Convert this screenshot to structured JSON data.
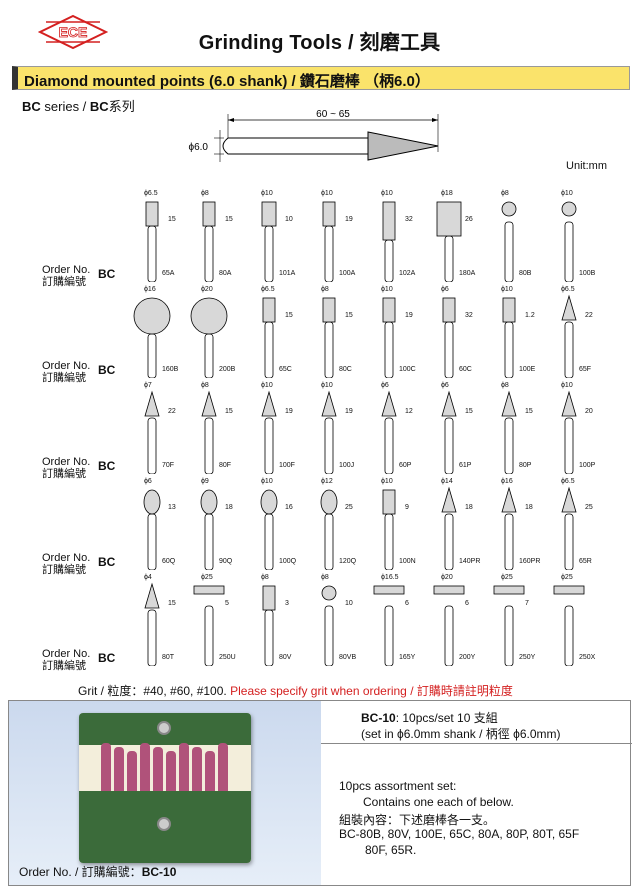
{
  "header": {
    "logo_text": "ECE",
    "title": "Grinding Tools / 刻磨工具"
  },
  "section": {
    "banner": "Diamond mounted points (6.0 shank) / 鑽石磨棒 （柄6.0）",
    "series_a": "BC",
    "series_b": " series / ",
    "series_c": "BC",
    "series_d": "系列",
    "overall_length": "60 ~ 65",
    "shank_dia": "ϕ6.0",
    "unit": "Unit:mm"
  },
  "row_label": {
    "en": "Order No.",
    "zh": "訂購編號",
    "prefix": "BC"
  },
  "rows": [
    [
      {
        "code": "65A",
        "dia": "ϕ6.5",
        "len": "15"
      },
      {
        "code": "80A",
        "dia": "ϕ8",
        "len": "15"
      },
      {
        "code": "101A",
        "dia": "ϕ10",
        "len": "10"
      },
      {
        "code": "100A",
        "dia": "ϕ10",
        "len": "19"
      },
      {
        "code": "102A",
        "dia": "ϕ10",
        "len": "32"
      },
      {
        "code": "180A",
        "dia": "ϕ18",
        "len": "26"
      },
      {
        "code": "80B",
        "dia": "ϕ8",
        "len": ""
      },
      {
        "code": "100B",
        "dia": "ϕ10",
        "len": ""
      }
    ],
    [
      {
        "code": "160B",
        "dia": "ϕ16",
        "len": ""
      },
      {
        "code": "200B",
        "dia": "ϕ20",
        "len": ""
      },
      {
        "code": "65C",
        "dia": "ϕ6.5",
        "len": "15"
      },
      {
        "code": "80C",
        "dia": "ϕ8",
        "len": "15"
      },
      {
        "code": "100C",
        "dia": "ϕ10",
        "len": "19"
      },
      {
        "code": "60C",
        "dia": "ϕ6",
        "len": "32"
      },
      {
        "code": "100E",
        "dia": "ϕ10",
        "len": "1.2"
      },
      {
        "code": "65F",
        "dia": "ϕ6.5",
        "len": "22"
      }
    ],
    [
      {
        "code": "70F",
        "dia": "ϕ7",
        "len": "22"
      },
      {
        "code": "80F",
        "dia": "ϕ8",
        "len": "15"
      },
      {
        "code": "100F",
        "dia": "ϕ10",
        "len": "19"
      },
      {
        "code": "100J",
        "dia": "ϕ10",
        "len": "19"
      },
      {
        "code": "60P",
        "dia": "ϕ6",
        "len": "12"
      },
      {
        "code": "61P",
        "dia": "ϕ6",
        "len": "15"
      },
      {
        "code": "80P",
        "dia": "ϕ8",
        "len": "15"
      },
      {
        "code": "100P",
        "dia": "ϕ10",
        "len": "20"
      }
    ],
    [
      {
        "code": "60Q",
        "dia": "ϕ6",
        "len": "13"
      },
      {
        "code": "90Q",
        "dia": "ϕ9",
        "len": "18"
      },
      {
        "code": "100Q",
        "dia": "ϕ10",
        "len": "16"
      },
      {
        "code": "120Q",
        "dia": "ϕ12",
        "len": "25"
      },
      {
        "code": "100N",
        "dia": "ϕ10",
        "len": "9"
      },
      {
        "code": "140PR",
        "dia": "ϕ14",
        "len": "18"
      },
      {
        "code": "160PR",
        "dia": "ϕ16",
        "len": "18"
      },
      {
        "code": "65R",
        "dia": "ϕ6.5",
        "len": "25"
      }
    ],
    [
      {
        "code": "80T",
        "dia": "ϕ4",
        "len": "15"
      },
      {
        "code": "250U",
        "dia": "ϕ25",
        "len": "5"
      },
      {
        "code": "80V",
        "dia": "ϕ8",
        "len": "3"
      },
      {
        "code": "80VB",
        "dia": "ϕ8",
        "len": "10"
      },
      {
        "code": "165Y",
        "dia": "ϕ16.5",
        "len": "6"
      },
      {
        "code": "200Y",
        "dia": "ϕ20",
        "len": "6"
      },
      {
        "code": "250Y",
        "dia": "ϕ25",
        "len": "7"
      },
      {
        "code": "250X",
        "dia": "ϕ25",
        "len": ""
      }
    ]
  ],
  "grit": {
    "label": "Grit / 粒度：#40, #60, #100.",
    "note": "Please specify grit when ordering / 訂購時請註明粒度"
  },
  "set": {
    "order_label": "Order No. / 訂購編號：",
    "order_code": "BC-10",
    "line1_code": "BC-10",
    "line1_rest": ": 10pcs/set 10 支組",
    "line2": "(set in ϕ6.0mm shank / 柄徑 ϕ6.0mm)",
    "line3": "10pcs assortment set:",
    "line4": "Contains one each of below.",
    "line5": "組裝內容：下述磨棒各一支。",
    "line6": "BC-80B, 80V, 100E, 65C, 80A, 80P, 80T, 65F",
    "line7": "80F, 65R."
  },
  "colors": {
    "banner": "#fae36b",
    "logo_red": "#d42020",
    "note_red": "#d42020",
    "pouch_green": "#3b6b3a"
  }
}
